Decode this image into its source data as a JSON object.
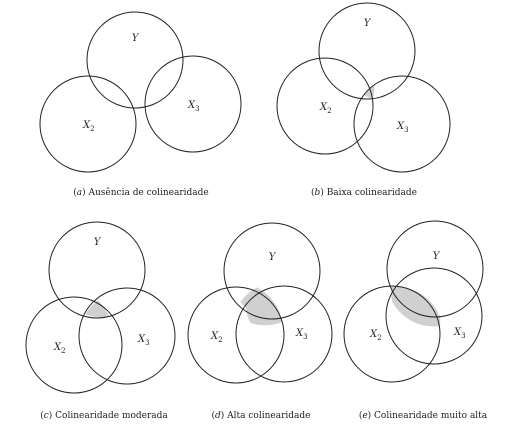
{
  "panels": [
    {
      "letter": "a",
      "caption": "Ausência de colinearidade"
    },
    {
      "letter": "b",
      "caption": "Baixa colinearidade"
    },
    {
      "letter": "c",
      "caption": "Colinearidade moderada"
    },
    {
      "letter": "d",
      "caption": "Alta colinearidade"
    },
    {
      "letter": "e",
      "caption": "Colinearidade muito alta"
    }
  ],
  "labels": {
    "y": "Y",
    "x": "X",
    "x2_sub": "2",
    "x3_sub": "3"
  },
  "colors": {
    "stroke": "#222222",
    "overlap": "#d0d0d0"
  }
}
